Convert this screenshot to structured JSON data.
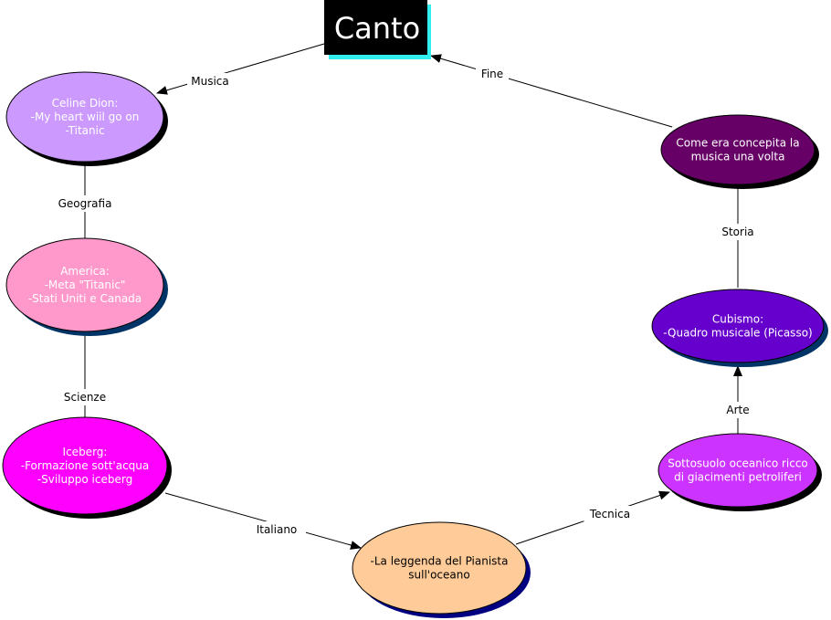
{
  "title": {
    "label": "Canto",
    "fill": "#000000",
    "shadow": "#33eeee",
    "text_color": "#ffffff"
  },
  "nodes": [
    {
      "id": "celine",
      "lines": [
        "Celine Dion:",
        "-My heart wiil go on",
        "-Titanic"
      ],
      "fill": "#cc99ff",
      "shadow": "#000000",
      "text_color": "#ffffff"
    },
    {
      "id": "america",
      "lines": [
        "America:",
        "-Meta \"Titanic\"",
        "-Stati Uniti e Canada"
      ],
      "fill": "#ff99cc",
      "shadow": "#003366",
      "text_color": "#ffffff"
    },
    {
      "id": "iceberg",
      "lines": [
        "Iceberg:",
        "-Formazione sott'acqua",
        "-Sviluppo iceberg"
      ],
      "fill": "#ff00ff",
      "shadow": "#000000",
      "text_color": "#ffffff"
    },
    {
      "id": "pianista",
      "lines": [
        "-La leggenda del Pianista",
        "sull'oceano"
      ],
      "fill": "#ffcc99",
      "shadow": "#000080",
      "text_color": "#000000"
    },
    {
      "id": "sottosuolo",
      "lines": [
        "Sottosuolo oceanico ricco",
        "di giacimenti petroliferi"
      ],
      "fill": "#cc33ff",
      "shadow": "#000000",
      "text_color": "#ffffff"
    },
    {
      "id": "cubismo",
      "lines": [
        "Cubismo:",
        "-Quadro musicale (Picasso)"
      ],
      "fill": "#6600cc",
      "shadow": "#003366",
      "text_color": "#ffffff"
    },
    {
      "id": "musica_volta",
      "lines": [
        "Come era concepita la",
        "musica una volta"
      ],
      "fill": "#660066",
      "shadow": "#000000",
      "text_color": "#ffffff"
    }
  ],
  "edges": [
    {
      "from": "title",
      "to": "celine",
      "label": "Musica",
      "arrow": true
    },
    {
      "from": "celine",
      "to": "america",
      "label": "Geografia",
      "arrow": false
    },
    {
      "from": "america",
      "to": "iceberg",
      "label": "Scienze",
      "arrow": false
    },
    {
      "from": "iceberg",
      "to": "pianista",
      "label": "Italiano",
      "arrow": true
    },
    {
      "from": "pianista",
      "to": "sottosuolo",
      "label": "Tecnica",
      "arrow": true
    },
    {
      "from": "sottosuolo",
      "to": "cubismo",
      "label": "Arte",
      "arrow": true
    },
    {
      "from": "cubismo",
      "to": "musica_volta",
      "label": "Storia",
      "arrow": true
    },
    {
      "from": "musica_volta",
      "to": "title",
      "label": "Fine",
      "arrow": true
    }
  ]
}
